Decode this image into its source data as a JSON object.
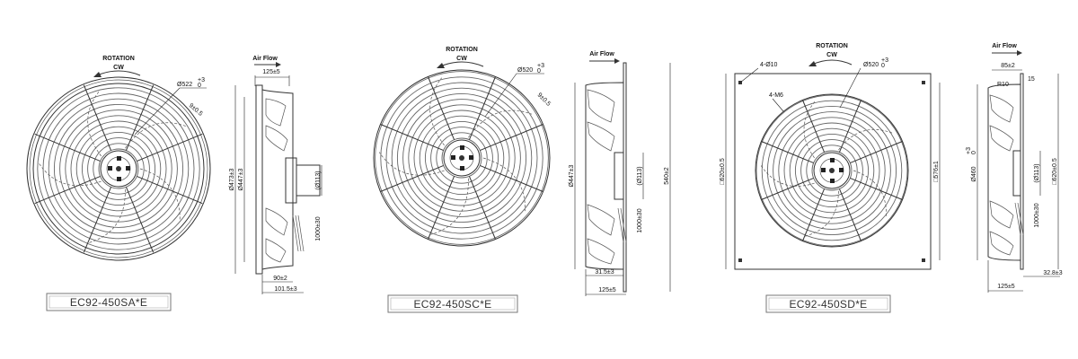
{
  "panels": [
    {
      "model": "EC92-450SA*E",
      "rotation_label": "ROTATION",
      "rotation_dir": "CW",
      "airflow_label": "Air Flow",
      "dims": {
        "fan_diameter": "Ø522",
        "fan_tol_top": "+3",
        "fan_tol_bot": "0",
        "hole": "9±0.5",
        "depth_top": "125±5",
        "dia_outer": "Ø473±3",
        "dia_inner": "Ø447±3",
        "hub": "(Ø113)",
        "cable": "1000±30",
        "depth_a": "90±2",
        "depth_b": "101.5±3"
      }
    },
    {
      "model": "EC92-450SC*E",
      "rotation_label": "ROTATION",
      "rotation_dir": "CW",
      "airflow_label": "Air Flow",
      "dims": {
        "fan_diameter": "Ø520",
        "fan_tol_top": "+3",
        "fan_tol_bot": "0",
        "hole": "9±0.5",
        "dia_inner": "Ø447±3",
        "hub": "(Ø113)",
        "height": "540±2",
        "cable": "1000±30",
        "depth_a": "31.5±3",
        "depth_b": "125±5"
      }
    },
    {
      "model": "EC92-450SD*E",
      "rotation_label": "ROTATION",
      "rotation_dir": "CW",
      "airflow_label": "Air Flow",
      "dims": {
        "corner_holes": "4-Ø10",
        "fan_diameter": "Ø520",
        "fan_tol_top": "+3",
        "fan_tol_bot": "0",
        "screws": "4-M6",
        "plate_a": "□620±0.5",
        "plate_b": "□576±1",
        "depth_top": "85±2",
        "radius": "R10",
        "flange": "15",
        "dia_inner": "Ø460",
        "dia_tol_top": "+3",
        "dia_tol_bot": "0",
        "hub": "(Ø113)",
        "cable": "1000±30",
        "depth_a": "32.8±3",
        "depth_b": "125±5"
      }
    }
  ]
}
